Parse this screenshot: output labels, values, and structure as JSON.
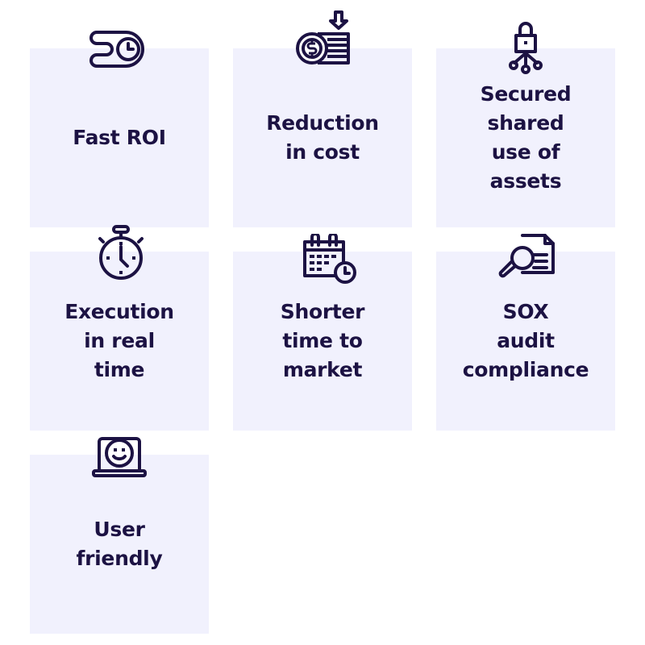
{
  "theme": {
    "card_bg": "#f1f1fd",
    "text": "#1c1243",
    "icon": "#1c1243"
  },
  "cards": [
    {
      "label": "Fast ROI",
      "icon": "fast-clock-icon"
    },
    {
      "label": "Reduction\nin cost",
      "icon": "coins-down-icon"
    },
    {
      "label": "Secured\nshared\nuse of\nassets",
      "icon": "lock-network-icon"
    },
    {
      "label": "Execution\nin real\ntime",
      "icon": "stopwatch-icon"
    },
    {
      "label": "Shorter\ntime to\nmarket",
      "icon": "calendar-clock-icon"
    },
    {
      "label": "SOX\naudit\ncompliance",
      "icon": "document-search-icon"
    },
    {
      "label": "User\nfriendly",
      "icon": "laptop-smiley-icon"
    }
  ]
}
